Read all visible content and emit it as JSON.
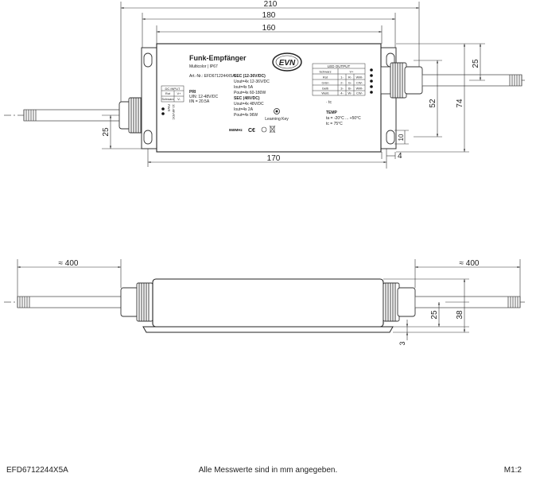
{
  "document": {
    "part_number": "EFD6712244X5A",
    "note": "Alle Messwerte sind in mm angegeben.",
    "scale": "M1:2"
  },
  "top_view": {
    "dimensions": {
      "overall_length": "210",
      "length_mounting": "180",
      "length_body": "160",
      "length_bottom": "170",
      "height_overall": "74",
      "height_holes": "52",
      "cable_offset_right": "25",
      "cable_offset_left": "25",
      "hole_offset": "10",
      "edge_offset": "4"
    },
    "label": {
      "title": "Funk-Empfänger",
      "subtitle": "Multicolor | IP67",
      "article": "Art.-Nr.: EFD6712244X5A",
      "sec1": [
        "SEC (12-36V/DC)",
        "Uout=4x 12-36V/DC",
        "Iout=4x 5A",
        "Pout=4x 60-180W"
      ],
      "sec2": [
        "SEC (48V/DC)",
        "Uout=4x 48V/DC",
        "Iout=4x 2A",
        "Pout=4x 96W"
      ],
      "pri": [
        "PRI",
        "UIN: 12-48V/DC",
        "IIN = 20.5A"
      ],
      "dc_input": {
        "title": "DC INPUT",
        "rows": [
          [
            "Rot",
            "V+"
          ],
          [
            "Schwarz",
            "V-"
          ]
        ]
      },
      "led_output": {
        "title": "LED OUTPUT",
        "header": [
          "Schwarz",
          "V+"
        ],
        "rows": [
          [
            "Rot",
            "1-",
            "R-",
            "WW-"
          ],
          [
            "Grün",
            "2-",
            "G-",
            "CW-"
          ],
          [
            "Gelb",
            "3-",
            "B-",
            "WW-"
          ],
          [
            "Weiß",
            "4-",
            "W-",
            "CW-"
          ]
        ]
      },
      "tc": "· tc",
      "temp": [
        "TEMP",
        "ta = -20°C ... +50°C",
        "tc = 75°C"
      ],
      "frequency": "868MHz",
      "learning_key": "Learning Key",
      "power_label": "PWR",
      "power_side": "12-48V/DC"
    }
  },
  "side_view": {
    "dimensions": {
      "cable_left": "≈ 400",
      "cable_right": "≈ 400",
      "height_cable": "25",
      "height_total": "38",
      "base_plate": "3"
    }
  }
}
